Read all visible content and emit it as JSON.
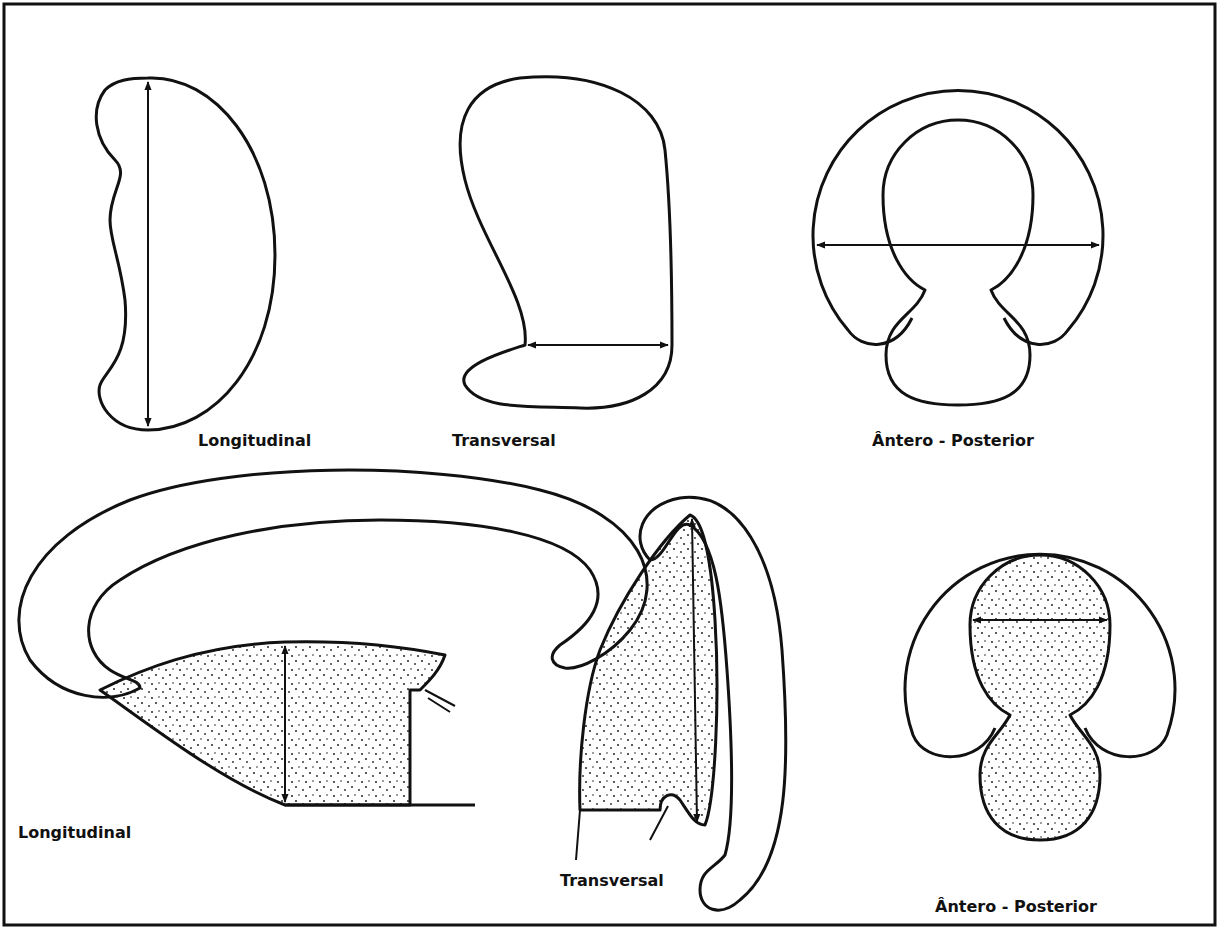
{
  "diagram": {
    "labels": [
      "Longitudinal",
      "Transversal",
      "Ântero - Posterior",
      "Longitudinal",
      "Transversal",
      "Ântero - Posterior"
    ]
  }
}
